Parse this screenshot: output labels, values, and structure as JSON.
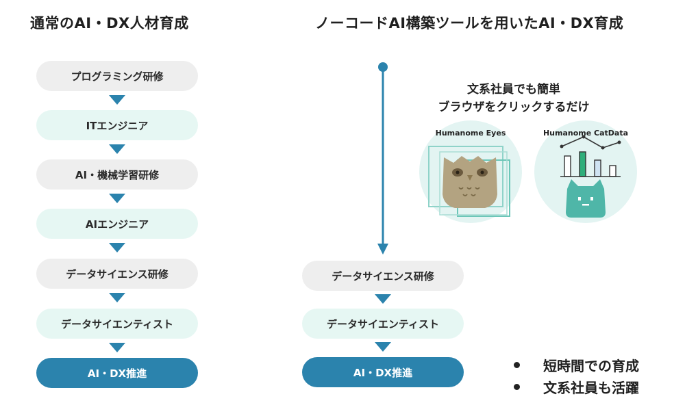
{
  "left": {
    "title": "通常のAI・DX人材育成",
    "steps": [
      {
        "label": "プログラミング研修",
        "style": "gray"
      },
      {
        "label": "ITエンジニア",
        "style": "mint"
      },
      {
        "label": "AI・機械学習研修",
        "style": "gray"
      },
      {
        "label": "AIエンジニア",
        "style": "mint"
      },
      {
        "label": "データサイエンス研修",
        "style": "gray"
      },
      {
        "label": "データサイエンティスト",
        "style": "mint"
      },
      {
        "label": "AI・DX推進",
        "style": "blue"
      }
    ]
  },
  "right": {
    "title": "ノーコードAI構築ツールを用いたAI・DX育成",
    "caption": [
      "文系社員でも簡単",
      "ブラウザをクリックするだけ"
    ],
    "tools": [
      {
        "name": "Humanome Eyes",
        "icon": "owl-icon"
      },
      {
        "name": "Humanome CatData",
        "icon": "cat-chart-icon"
      }
    ],
    "steps": [
      {
        "label": "データサイエンス研修",
        "style": "gray"
      },
      {
        "label": "データサイエンティスト",
        "style": "mint"
      },
      {
        "label": "AI・DX推進",
        "style": "blue"
      }
    ],
    "bullets": [
      "短時間での育成",
      "文系社員も活躍"
    ]
  },
  "colors": {
    "accent": "#2b83ad",
    "gray_pill": "#eeeeee",
    "mint_pill": "#e6f7f3",
    "tool_bg": "#e3f4f2",
    "owl": "#b3a381",
    "cat": "#4fb6a8"
  }
}
